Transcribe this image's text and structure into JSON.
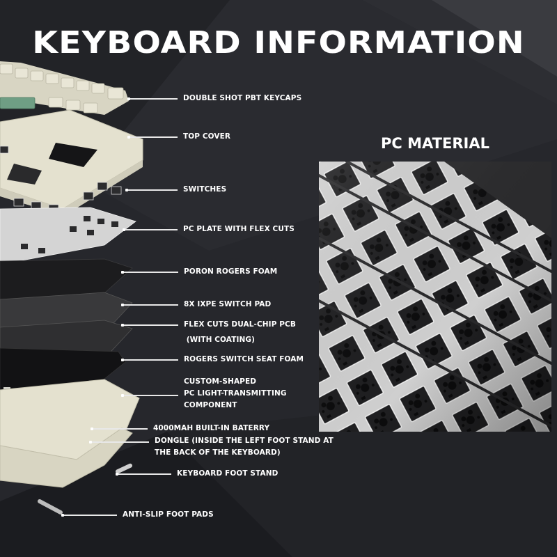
{
  "header": {
    "title": "KEYBOARD INFORMATION"
  },
  "material_panel": {
    "title": "PC MATERIAL",
    "image": "pc-plate-closeup"
  },
  "exploded_view": {
    "image": "exploded-keyboard-layers",
    "callouts": [
      {
        "id": "keycaps",
        "lines": [
          "DOUBLE SHOT PBT KEYCAPS"
        ]
      },
      {
        "id": "top-cover",
        "lines": [
          "TOP COVER"
        ]
      },
      {
        "id": "switches",
        "lines": [
          "SWITCHES"
        ]
      },
      {
        "id": "pc-plate",
        "lines": [
          "PC PLATE WITH FLEX CUTS"
        ]
      },
      {
        "id": "poron-foam",
        "lines": [
          "PORON ROGERS FOAM"
        ]
      },
      {
        "id": "ixpe-pad",
        "lines": [
          "8X IXPE SWITCH PAD"
        ]
      },
      {
        "id": "pcb",
        "lines": [
          "FLEX CUTS DUAL-CHIP PCB",
          " (WITH COATING)"
        ]
      },
      {
        "id": "seat-foam",
        "lines": [
          "ROGERS SWITCH SEAT FOAM"
        ]
      },
      {
        "id": "light-component",
        "lines": [
          "CUSTOM-SHAPED",
          "PC LIGHT-TRANSMITTING",
          "COMPONENT"
        ]
      },
      {
        "id": "battery",
        "lines": [
          "4000MAH BUILT-IN BATERRY"
        ]
      },
      {
        "id": "dongle",
        "lines": [
          "DONGLE (INSIDE THE LEFT FOOT STAND AT",
          "THE BACK OF THE KEYBOARD)"
        ]
      },
      {
        "id": "foot-stand",
        "lines": [
          "KEYBOARD FOOT STAND"
        ]
      },
      {
        "id": "foot-pads",
        "lines": [
          "ANTI-SLIP FOOT PADS"
        ]
      }
    ]
  },
  "colors": {
    "background": "#26272c",
    "text": "#ffffff",
    "keycap_cream": "#e6e3d2",
    "keycap_green": "#6e9e82",
    "plate_grey": "#c9c9c9"
  }
}
